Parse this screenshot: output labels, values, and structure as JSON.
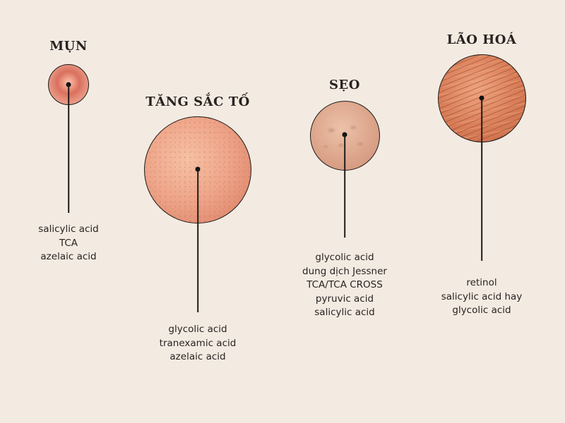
{
  "groups": [
    {
      "id": "acne",
      "title": "MỤN",
      "texture": "acne",
      "labels": [
        "salicylic acid",
        "TCA",
        "azelaic acid"
      ]
    },
    {
      "id": "pigmentation",
      "title": "TĂNG SẮC TỐ",
      "texture": "pigmentation",
      "labels": [
        "glycolic acid",
        "tranexamic acid",
        "azelaic acid"
      ]
    },
    {
      "id": "scar",
      "title": "SẸO",
      "texture": "scar",
      "labels": [
        "glycolic acid",
        "dung dịch Jessner",
        "TCA/TCA CROSS",
        "pyruvic acid",
        "salicylic acid"
      ]
    },
    {
      "id": "aging",
      "title": "LÃO HOÁ",
      "texture": "aging",
      "labels": [
        "retinol",
        "salicylic acid hay",
        "glycolic acid"
      ]
    }
  ],
  "colors": {
    "background": "#f3ebe2",
    "line": "#1e1a18",
    "text": "#2a2220"
  }
}
